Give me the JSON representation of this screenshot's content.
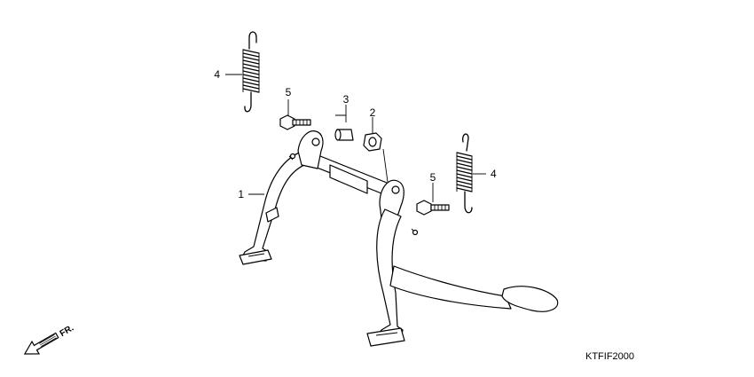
{
  "diagram": {
    "callouts": [
      {
        "id": "spring-top",
        "number": "4"
      },
      {
        "id": "bolt-left",
        "number": "5"
      },
      {
        "id": "collar",
        "number": "3"
      },
      {
        "id": "bushing",
        "number": "2"
      },
      {
        "id": "bolt-right",
        "number": "5"
      },
      {
        "id": "spring-right",
        "number": "4"
      },
      {
        "id": "main-stand",
        "number": "1"
      }
    ],
    "direction_label": "FR.",
    "diagram_code": "KTFIF2000"
  }
}
